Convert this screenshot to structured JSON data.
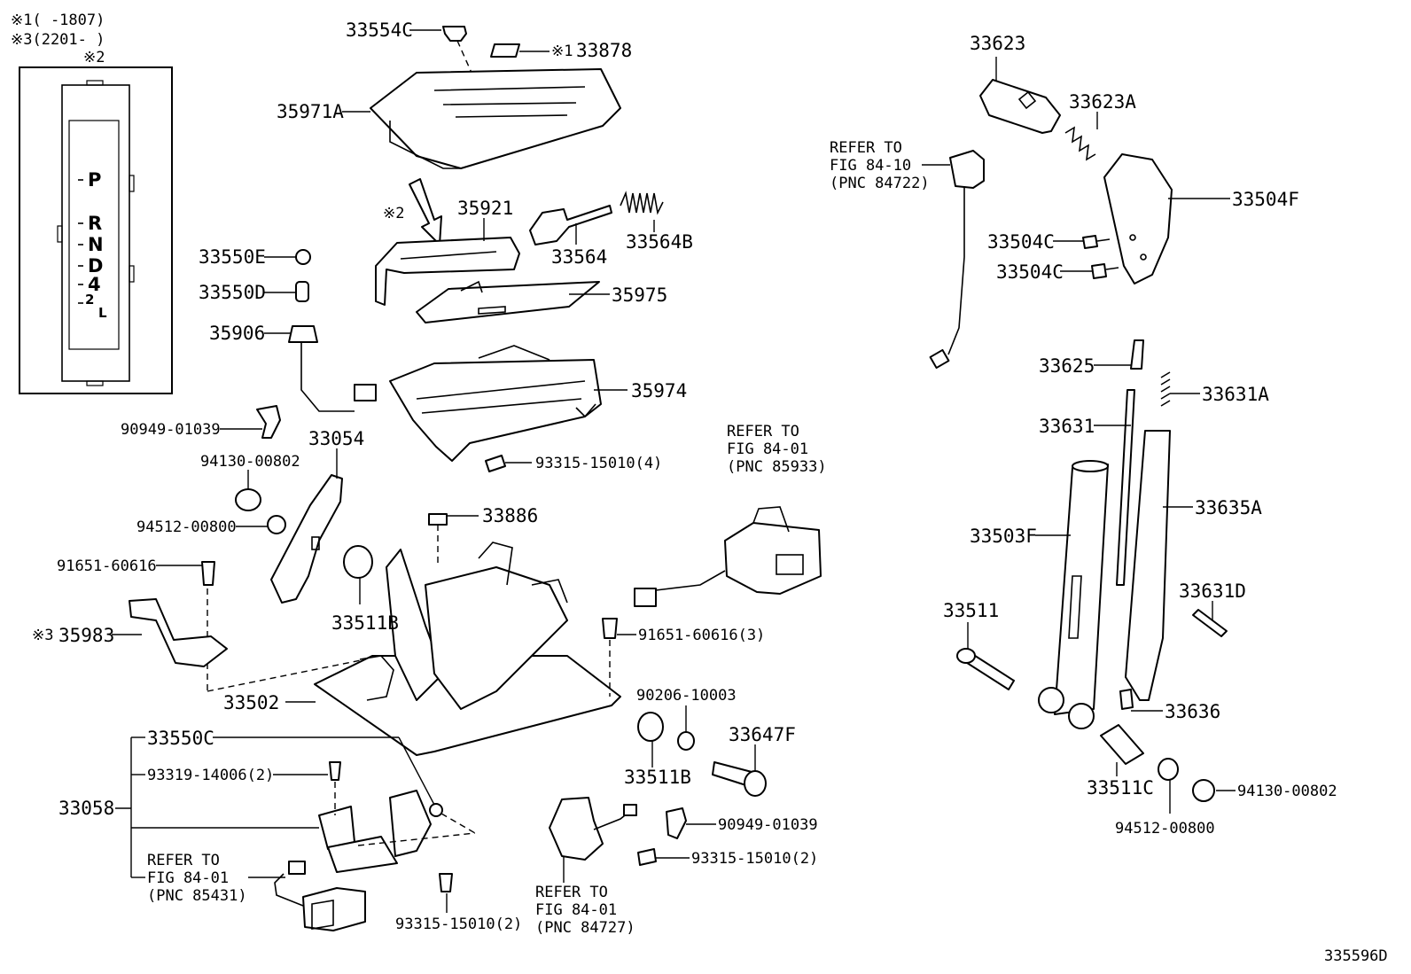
{
  "notes": {
    "note1": "※1(  -1807)",
    "note3": "※3(2201-  )",
    "inset_mark": "※2"
  },
  "gate_positions": [
    "P",
    "R",
    "N",
    "D",
    "4",
    "2",
    "L"
  ],
  "labels": {
    "p33554C": "33554C",
    "p33878": "33878",
    "m33878": "※1",
    "p35971A": "35971A",
    "m35921": "※2",
    "p35921": "35921",
    "p33564": "33564",
    "p33564B": "33564B",
    "p33550E": "33550E",
    "p33550D": "33550D",
    "p35975": "35975",
    "p35906": "35906",
    "p35974": "35974",
    "p90949a": "90949-01039",
    "p33054": "33054",
    "p94130a": "94130-00802",
    "p93315x4": "93315-15010(4)",
    "p94512a": "94512-00800",
    "p33886": "33886",
    "p91651a": "91651-60616",
    "p33511B_a": "33511B",
    "m35983": "※3",
    "p35983": "35983",
    "p91651x3": "91651-60616(3)",
    "p33502": "33502",
    "p90206": "90206-10003",
    "p33550C": "33550C",
    "p33647F": "33647F",
    "p33511B_b": "33511B",
    "p93319x2": "93319-14006(2)",
    "p33058": "33058",
    "p90949b": "90949-01039",
    "p93315x2a": "93315-15010(2)",
    "p93315x2b": "93315-15010(2)",
    "p33623": "33623",
    "p33623A": "33623A",
    "p33504F": "33504F",
    "p33504C_a": "33504C",
    "p33504C_b": "33504C",
    "p33625": "33625",
    "p33631A": "33631A",
    "p33631": "33631",
    "p33635A": "33635A",
    "p33503F": "33503F",
    "p33631D": "33631D",
    "p33511": "33511",
    "p33636": "33636",
    "p33511C": "33511C",
    "p94130b": "94130-00802",
    "p94512b": "94512-00800",
    "diagram_id": "335596D"
  },
  "refs": {
    "r8472": {
      "l1": "REFER TO",
      "l2": "FIG 84-10",
      "l3": "(PNC 84722)"
    },
    "r85933": {
      "l1": "REFER TO",
      "l2": "FIG 84-01",
      "l3": "(PNC 85933)"
    },
    "r85431": {
      "l1": "REFER TO",
      "l2": "FIG 84-01",
      "l3": "(PNC 85431)"
    },
    "r84727": {
      "l1": "REFER TO",
      "l2": "FIG 84-01",
      "l3": "(PNC 84727)"
    }
  }
}
